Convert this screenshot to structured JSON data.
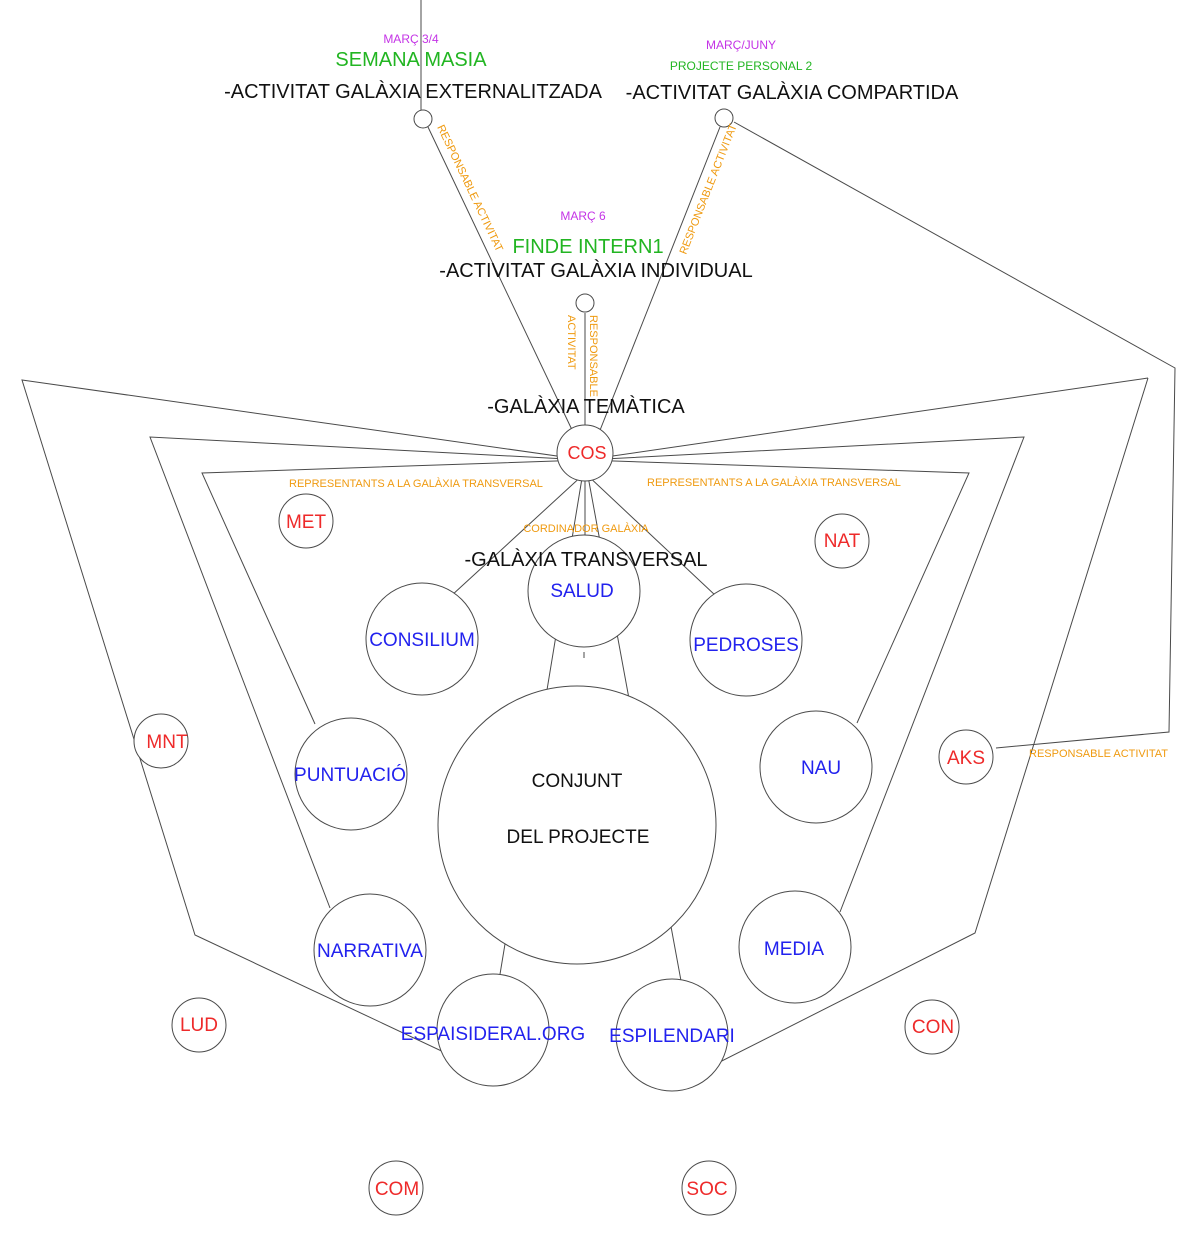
{
  "colors": {
    "line": "#4a4a4a",
    "heading": "#111111",
    "event": "#22b522",
    "date": "#c433e6",
    "relation": "#ef9a10",
    "transversal_node": "#2222ee",
    "thematic_node": "#ee2a2a"
  },
  "activities": {
    "externalitzada": {
      "date": "MARÇ 3/4",
      "event": "SEMANA MASIA",
      "title": "-ACTIVITAT GALÀXIA EXTERNALITZADA",
      "relation": "RESPONSABLE ACTIVITAT"
    },
    "compartida": {
      "date": "MARÇ/JUNY",
      "event": "PROJECTE PERSONAL 2",
      "title": "-ACTIVITAT GALÀXIA COMPARTIDA",
      "relation": "RESPONSABLE ACTIVITAT"
    },
    "individual": {
      "date": "MARÇ 6",
      "event": "FINDE INTERN1",
      "title": "-ACTIVITAT GALÀXIA INDIVIDUAL",
      "relation_line1": "RESPONSABLE",
      "relation_line2": "ACTIVITAT"
    }
  },
  "tematica": {
    "title": "-GALÀXIA TEMÀTICA",
    "center": "COS",
    "rep_left": "REPRESENTANTS A LA GALÀXIA TRANSVERSAL",
    "rep_right": "REPRESENTANTS A LA GALÀXIA TRANSVERSAL",
    "coordinator": "CORDINADOR GALÀXIA",
    "aks_relation": "RESPONSABLE ACTIVITAT"
  },
  "transversal": {
    "title": "-GALÀXIA TRANSVERSAL",
    "center_line1": "CONJUNT",
    "center_line2": "DEL PROJECTE",
    "nodes": {
      "salud": "SALUD",
      "consilium": "CONSILIUM",
      "pedroses": "PEDROSES",
      "puntuacio": "PUNTUACIÓ",
      "nau": "NAU",
      "narrativa": "NARRATIVA",
      "media": "MEDIA",
      "espaisideral": "ESPAISIDERAL.ORG",
      "espilendari": "ESPILENDARI"
    }
  },
  "thematic_nodes": {
    "met": "MET",
    "nat": "NAT",
    "mnt": "MNT",
    "aks": "AKS",
    "lud": "LUD",
    "con": "CON",
    "com": "COM",
    "soc": "SOC"
  }
}
